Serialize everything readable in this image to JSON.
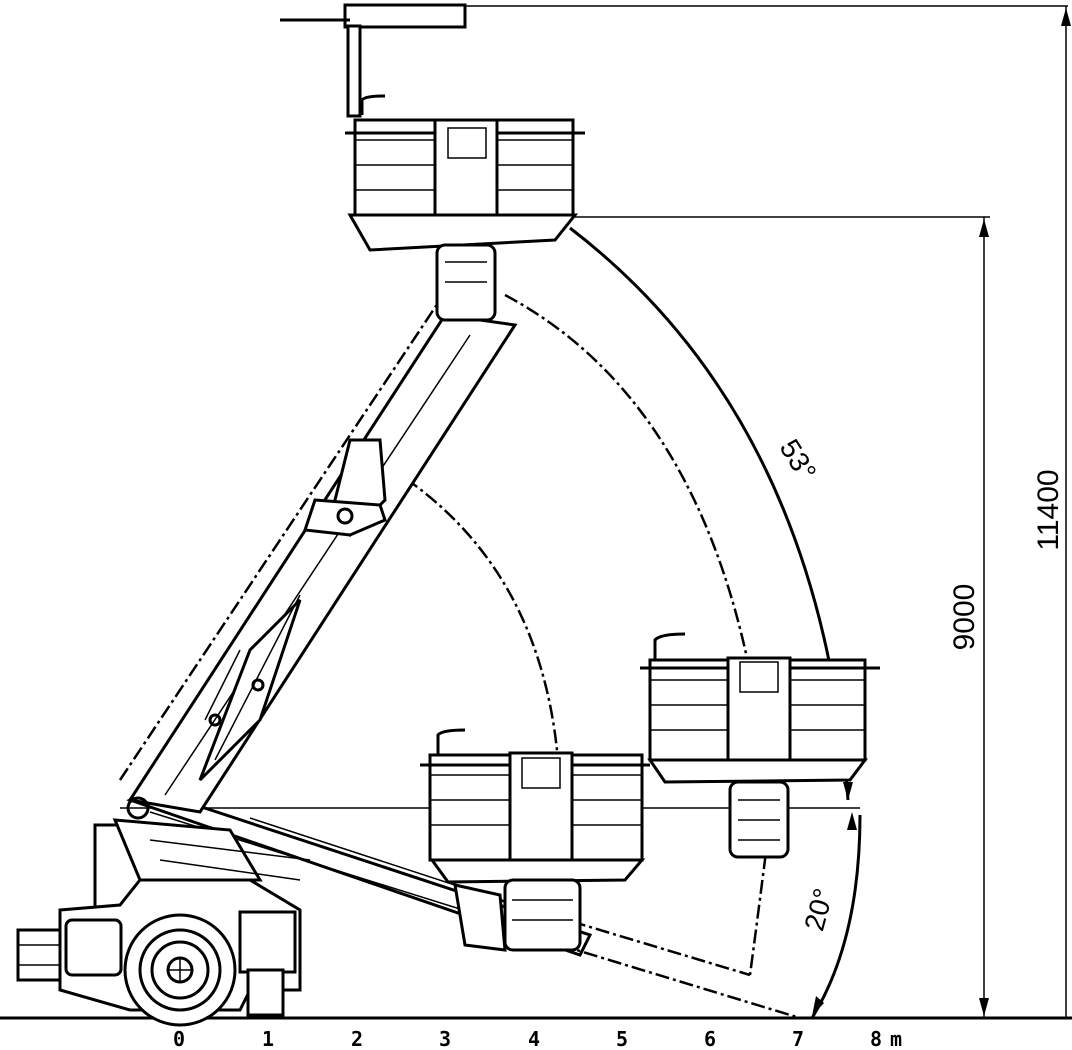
{
  "dimensions": {
    "overall_height": "11400",
    "platform_height": "9000"
  },
  "angles": {
    "upper_swing": "53°",
    "lower_swing": "20°"
  },
  "ground_scale": {
    "ticks": [
      "0",
      "1",
      "2",
      "3",
      "4",
      "5",
      "6",
      "7",
      "8"
    ],
    "unit": "m"
  }
}
